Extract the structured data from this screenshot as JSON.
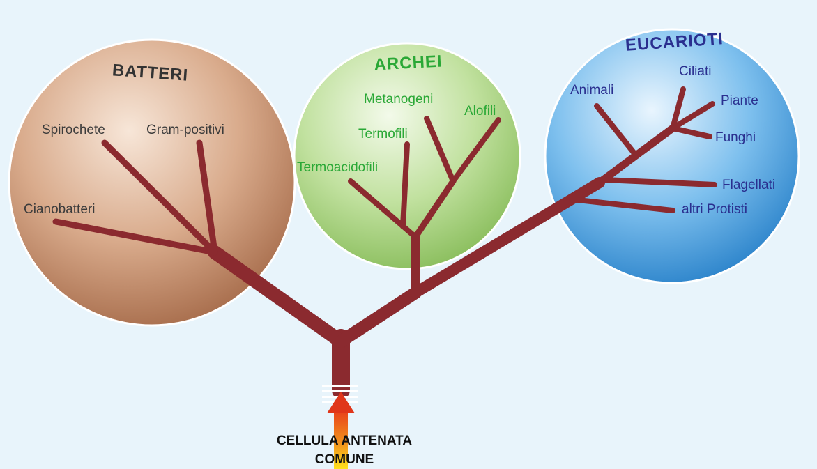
{
  "domains": {
    "bacteria": {
      "title": "BATTERI",
      "leaves": [
        "Spirochete",
        "Gram-positivi",
        "Cianobatteri"
      ]
    },
    "archaea": {
      "title": "ARCHEI",
      "leaves": [
        "Metanogeni",
        "Alofili",
        "Termofili",
        "Termoacidofili"
      ]
    },
    "eukaryotes": {
      "title": "EUCARIOTI",
      "leaves": [
        "Ciliati",
        "Animali",
        "Piante",
        "Funghi",
        "Flagellati",
        "altri Protisti"
      ]
    }
  },
  "root": {
    "line1": "CELLULA ANTENATA",
    "line2": "COMUNE"
  },
  "colors": {
    "background": "#e8f4fb",
    "branch": "#8b2a2f",
    "bacteria_sphere": "#d7a98a",
    "archaea_sphere": "#b7dc93",
    "eukaryote_sphere": "#6fb4e8",
    "bacteria_text": "#3b3b3b",
    "archaea_text": "#2aa836",
    "eukaryote_text": "#2a2f8f"
  }
}
